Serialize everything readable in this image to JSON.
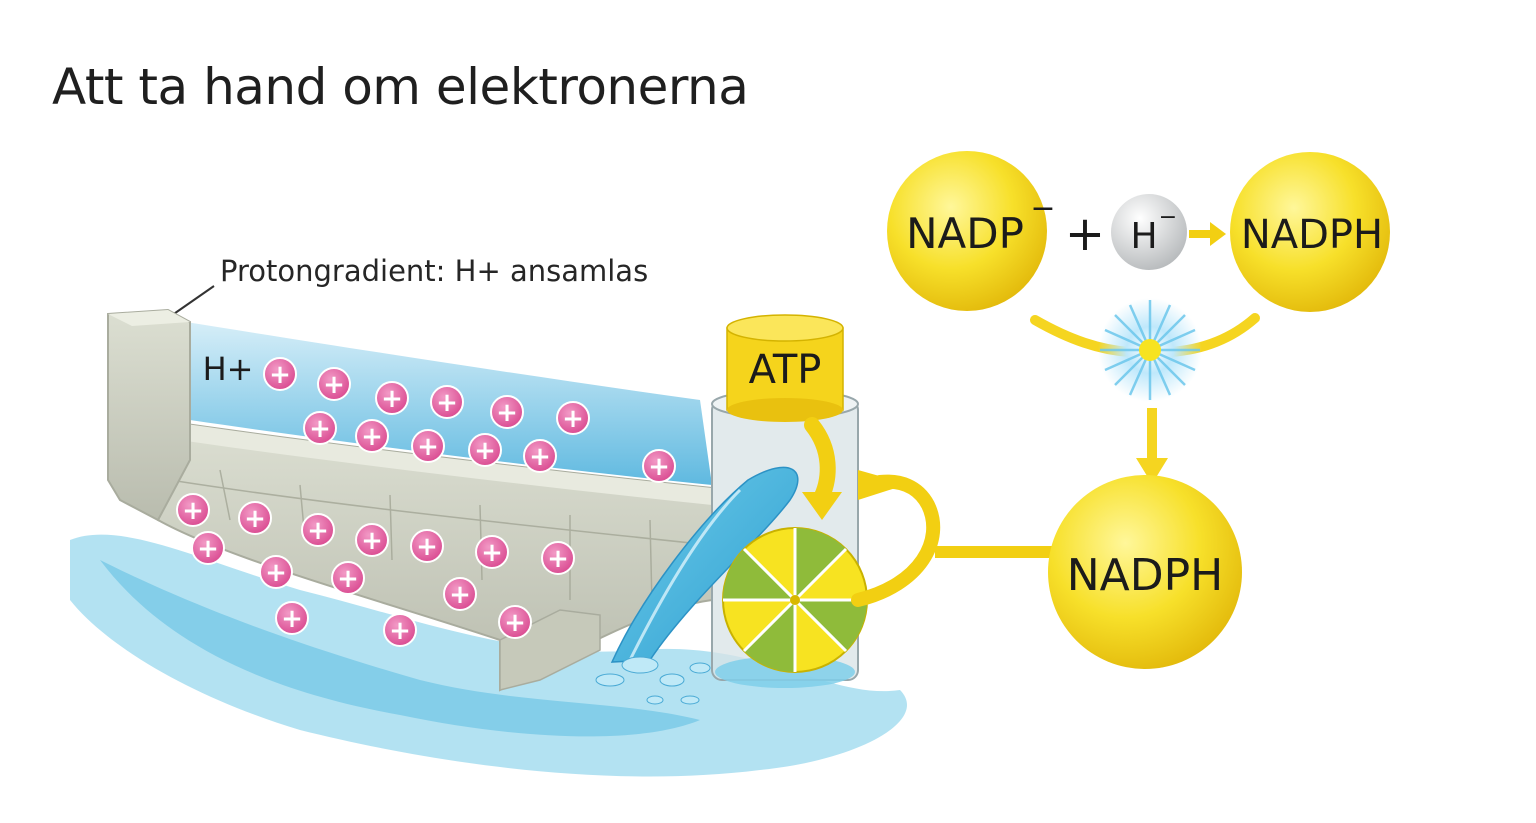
{
  "title": "Att ta hand om elektronerna",
  "gradient_label": "Protongradient: H+ ansamlas",
  "reservoir_label": "H+",
  "proton_symbol": "+",
  "atp_label": "ATP",
  "reaction": {
    "reactant": "NADP",
    "reactant_charge": "−",
    "plus": "+",
    "hydrogen": "H",
    "hydrogen_charge": "−",
    "product": "NADPH"
  },
  "output_label": "NADPH",
  "colors": {
    "molecule_yellow": "#f7d916",
    "water_blue": "#7fd0ea",
    "proton_pink": "#e0559a",
    "wall_stone": "#cfd2c4",
    "arrow_yellow": "#f5d520"
  }
}
